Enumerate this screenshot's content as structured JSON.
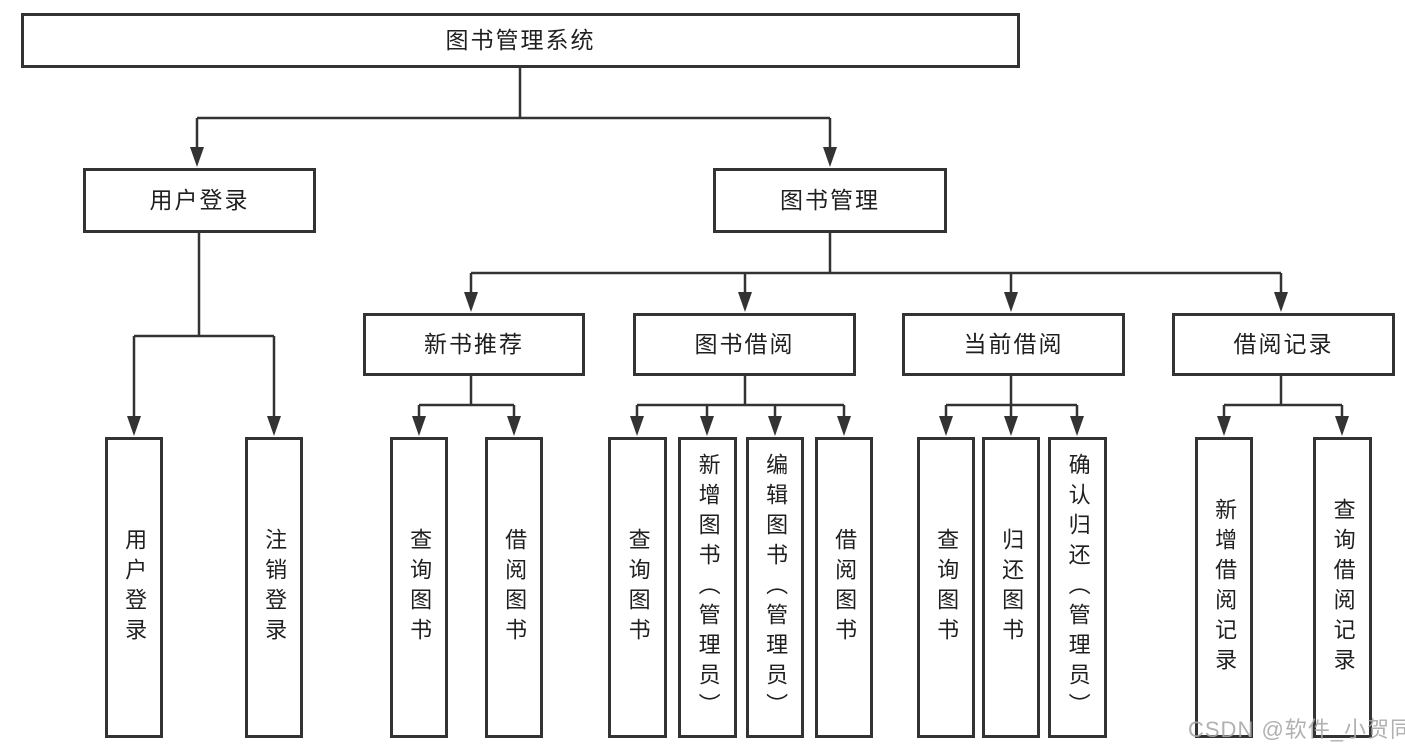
{
  "tree": {
    "root": {
      "label": "图书管理系统"
    },
    "branches": [
      {
        "label": "用户登录",
        "children": [
          {
            "label": "用户登录"
          },
          {
            "label": "注销登录"
          }
        ]
      },
      {
        "label": "图书管理",
        "children": [
          {
            "label": "新书推荐",
            "children": [
              {
                "label": "查询图书"
              },
              {
                "label": "借阅图书"
              }
            ]
          },
          {
            "label": "图书借阅",
            "children": [
              {
                "label": "查询图书"
              },
              {
                "label": "新增图书（管理员）"
              },
              {
                "label": "编辑图书（管理员）"
              },
              {
                "label": "借阅图书"
              }
            ]
          },
          {
            "label": "当前借阅",
            "children": [
              {
                "label": "查询图书"
              },
              {
                "label": "归还图书"
              },
              {
                "label": "确认归还（管理员）"
              }
            ]
          },
          {
            "label": "借阅记录",
            "children": [
              {
                "label": "新增借阅记录"
              },
              {
                "label": "查询借阅记录"
              }
            ]
          }
        ]
      }
    ]
  },
  "watermark": {
    "text": "CSDN @软件_小贺同学"
  },
  "colors": {
    "line": "#333333",
    "box_border": "#333333",
    "text": "#1f1f1f",
    "background": "#ffffff",
    "watermark": "#a9a9a9"
  }
}
